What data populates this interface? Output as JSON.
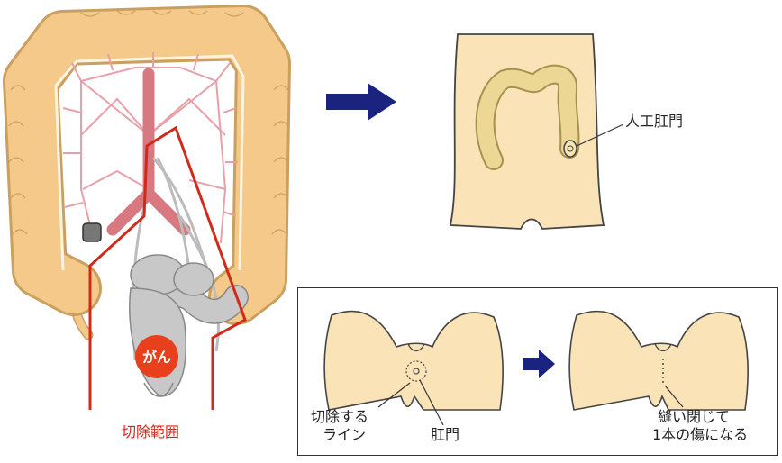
{
  "labels": {
    "cancer": "がん",
    "resection_range": "切除範囲",
    "stoma": "人工肛門",
    "cut_line_1": "切除する",
    "cut_line_2": "ライン",
    "anus": "肛門",
    "result_1": "縫い閉じて",
    "result_2": "1本の傷になる"
  },
  "colors": {
    "colon_fill": "#f5c98a",
    "colon_stroke": "#caa060",
    "vessel": "#e8a0a8",
    "aorta": "#d87880",
    "rectum": "#c8c8c8",
    "tumor": "#e8401c",
    "resection_line": "#d22a1a",
    "skin": "#fbe3b8",
    "skin_stroke": "#444444",
    "arrow": "#1a237e"
  }
}
